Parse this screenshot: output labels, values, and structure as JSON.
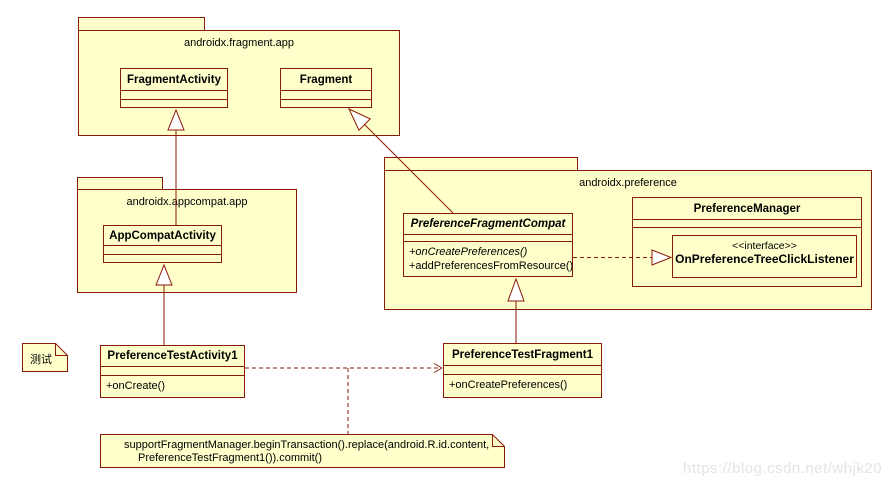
{
  "diagram": {
    "packages": [
      {
        "name": "androidx.fragment.app"
      },
      {
        "name": "androidx.appcompat.app"
      },
      {
        "name": "androidx.preference"
      }
    ],
    "classes": {
      "fragment_activity": {
        "name": "FragmentActivity"
      },
      "fragment": {
        "name": "Fragment"
      },
      "app_compat_activity": {
        "name": "AppCompatActivity"
      },
      "preference_fragment_compat": {
        "name": "PreferenceFragmentCompat",
        "methods": [
          "+onCreatePreferences()",
          "+addPreferencesFromResource()"
        ]
      },
      "preference_manager": {
        "name": "PreferenceManager"
      },
      "on_preference_tree_click_listener": {
        "stereotype": "<<interface>>",
        "name": "OnPreferenceTreeClickListener"
      },
      "preference_test_activity1": {
        "name": "PreferenceTestActivity1",
        "methods": [
          "+onCreate()"
        ]
      },
      "preference_test_fragment1": {
        "name": "PreferenceTestFragment1",
        "methods": [
          "+onCreatePreferences()"
        ]
      }
    },
    "notes": {
      "test_note": "测试",
      "code_note_line1": "supportFragmentManager.beginTransaction().replace(android.R.id.content,",
      "code_note_line2": "PreferenceTestFragment1()).commit()"
    },
    "watermark": "https://blog.csdn.net/whjk20",
    "colors": {
      "fill": "#FFFFCC",
      "border": "#8B1A0A",
      "watermark": "#E4E4E4"
    }
  }
}
